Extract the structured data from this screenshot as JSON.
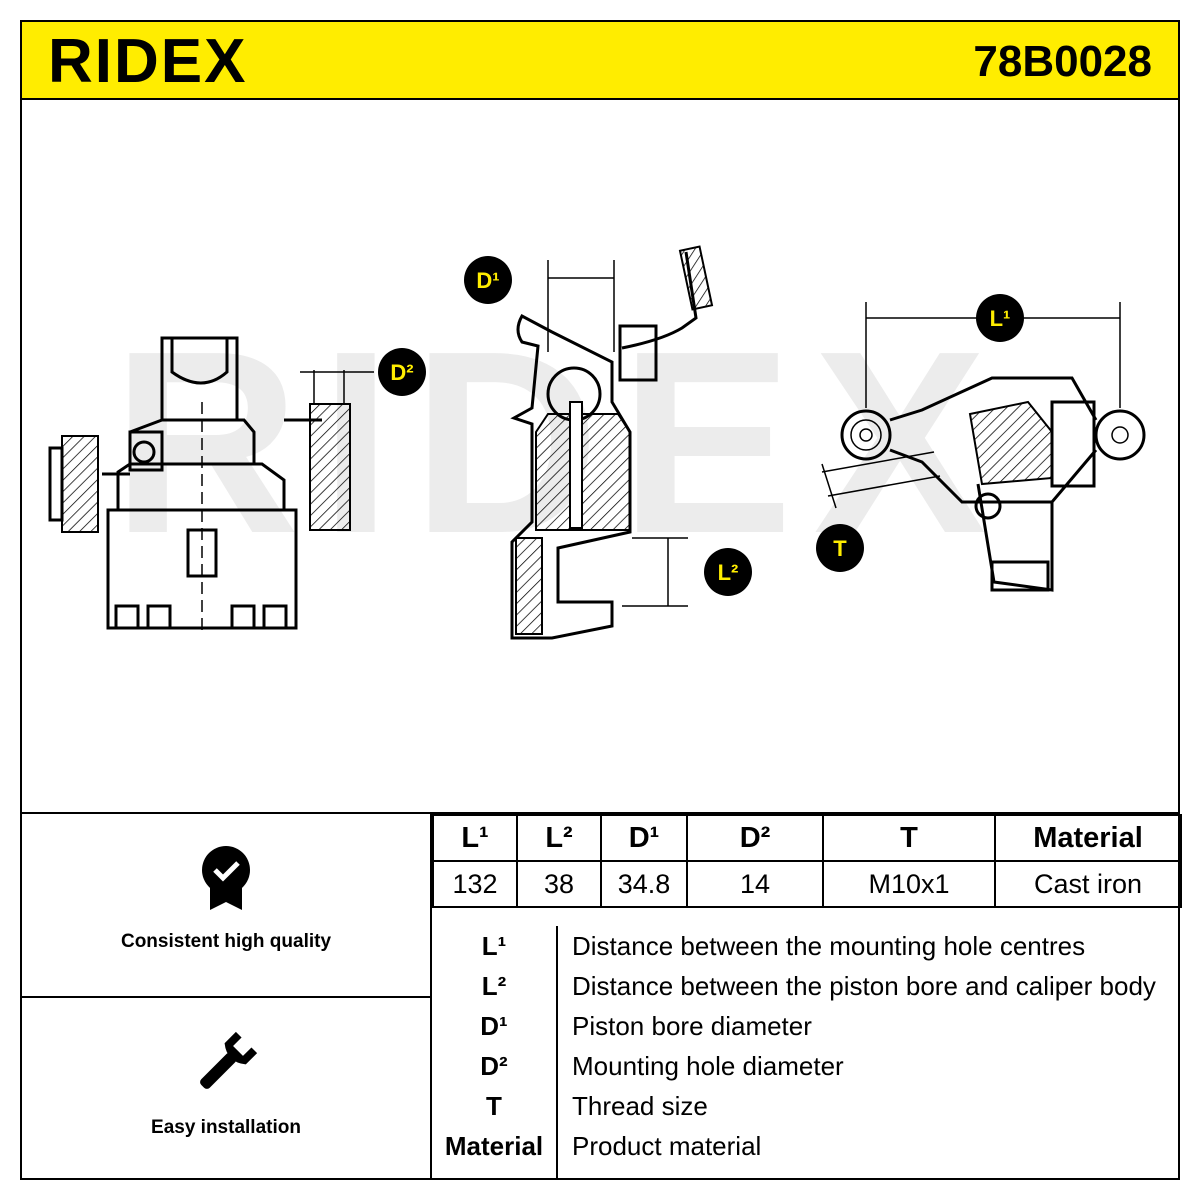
{
  "header": {
    "brand": "RIDEX",
    "part_number": "78B0028"
  },
  "watermark": "RIDEX",
  "callouts": {
    "d1": "D¹",
    "d2": "D²",
    "l1": "L¹",
    "l2": "L²",
    "t": "T"
  },
  "features": [
    {
      "label": "Consistent high quality",
      "icon": "quality-badge-icon"
    },
    {
      "label": "Easy installation",
      "icon": "wrench-icon"
    }
  ],
  "specs": {
    "headers": [
      "L¹",
      "L²",
      "D¹",
      "D²",
      "T",
      "Material"
    ],
    "values": [
      "132",
      "38",
      "34.8",
      "14",
      "M10x1",
      "Cast iron"
    ]
  },
  "legend": [
    {
      "key": "L¹",
      "text": "Distance between the mounting hole centres"
    },
    {
      "key": "L²",
      "text": "Distance between the piston bore and caliper body"
    },
    {
      "key": "D¹",
      "text": "Piston bore diameter"
    },
    {
      "key": "D²",
      "text": "Mounting hole diameter"
    },
    {
      "key": "T",
      "text": "Thread size"
    },
    {
      "key": "Material",
      "text": "Product material"
    }
  ],
  "colors": {
    "accent": "#ffed00",
    "ink": "#000000"
  }
}
